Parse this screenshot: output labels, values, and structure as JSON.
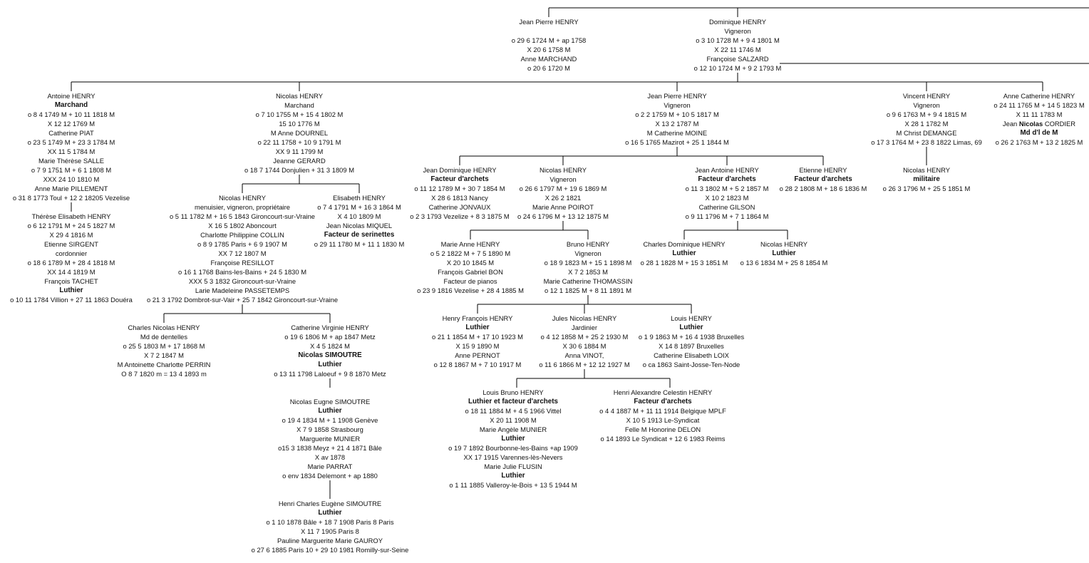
{
  "people": {
    "jean_pierre_sr": [
      "Jean Pierre HENRY",
      "",
      "o 29 6 1724 M + ap 1758",
      "X 20 6 1758 M",
      "Anne MARCHAND",
      "o 20 6 1720 M"
    ],
    "dominique": [
      "Dominique HENRY",
      "Vigneron",
      "o 3 10 1728 M + 9 4 1801 M",
      "X 22 11 1746 M",
      "Françoise SALZARD",
      "o 12 10 1724 M + 9 2 1793 M"
    ],
    "antoine": [
      "Antoine HENRY",
      "*Marchand",
      "o 8 4 1749 M + 10 11 1818 M",
      "X 12 12 1769 M",
      "Catherine PIAT",
      "o 23 5 1749 M + 23 3 1784 M",
      "XX 11 5 1784 M",
      "Marie Thérèse SALLE",
      "o 7 9 1751 M + 6 1 1808 M",
      "XXX 24 10 1810 M",
      "Anne Marie PILLEMENT",
      "o 31 8 1773 Toul + 12 2 18205 Vezelise"
    ],
    "therese": [
      "Thérèse Elisabeth HENRY",
      "o 6 12 1791 M + 24 5 1827 M",
      "X 29 4 1816 M",
      "Etienne SIRGENT",
      "cordonnier",
      "o 18 6 1789 M + 28 4 1818 M",
      "XX 14 4 1819 M",
      "François TACHET",
      "*Luthier",
      "o 10 11 1784 Villion + 27 11 1863 Douéra"
    ],
    "nicolas_m": [
      "Nicolas HENRY",
      "Marchand",
      "o 7 10 1755 M + 15 4 1802 M",
      "15 10 1776 M",
      "M Anne DOURNEL",
      "o 22 11 1758 + 10 9 1791 M",
      "XX 9 11 1799 M",
      "Jeanne GERARD",
      "o 18 7 1744 Donjulien + 31 3 1809 M"
    ],
    "nicolas_menuisier": [
      "Nicolas HENRY",
      "menuisier, vigneron, propriétaire",
      "o 5 11 1782 M + 16 5 1843 Gironcourt-sur-Vraine",
      "X 16 5 1802 Aboncourt",
      "Charlotte Philippine COLLIN",
      "o 8 9 1785 Paris + 6 9 1907 M",
      "XX 7 12 1807 M",
      "Françoise RESILLOT",
      "o 16 1 1768 Bains-les-Bains + 24 5 1830 M",
      "XXX 5 3 1832 Gironcourt-sur-Vraine",
      "Larie Madeleine PASSETEMPS",
      "o 21 3 1792 Dombrot-sur-Vair + 25 7 1842 Gironcourt-sur-Vraine"
    ],
    "elisabeth": [
      "Elisabeth HENRY",
      "o 7 4 1791 M + 16 3 1864 M",
      "X 4 10 1809 M",
      "Jean Nicolas MIQUEL",
      "*Facteur de serinettes",
      "o 29 11 1780 M + 11 1 1830 M"
    ],
    "charles_nicolas": [
      "Charles Nicolas HENRY",
      "Md de dentelles",
      "o 25 5 1803 M + 17 1868 M",
      "X 7 2 1847 M",
      "M Antoinette Charlotte PERRIN",
      "O 8 7 1820 m = 13 4 1893 m"
    ],
    "catherine_virginie": [
      "Catherine Virginie HENRY",
      "o 19 6 1806 M + ap 1847 Metz",
      "X 4 5 1824 M",
      "*Nicolas SIMOUTRE",
      "*Luthier",
      "o 13 11 1798 Laloeuf + 9 8 1870 Metz"
    ],
    "nicolas_eugne": [
      "Nicolas Eugne SIMOUTRE",
      "*Luthier",
      "o 19 4 1834 M + 1 1908 Genève",
      "X 7 9 1858 Strasbourg",
      "Marguerite MUNIER",
      "o15 3 1838 Meyz + 21 4 1871 Bâle",
      "X av 1878",
      "Marie PARRAT",
      "o env 1834 Delemont + ap 1880"
    ],
    "henri_charles": [
      "Henri Charles Eugène SIMOUTRE",
      "*Luthier",
      "o 1 10 1878 Bâle + 18 7 1908 Paris 8 Paris",
      "X 11 7 1905 Paris 8",
      "Pauline Marguerite Marie GAUROY",
      "o 27 6 1885 Paris 10 + 29 10 1981 Romilly-sur-Seine"
    ],
    "jean_pierre_jr": [
      "Jean Pierre HENRY",
      "Vigneron",
      "o 2 2 1759 M + 10 5 1817 M",
      "X 13 2 1787 M",
      "M Catherine MOINE",
      "o 16 5 1765 Mazirot + 25 1 1844 M"
    ],
    "jean_dominique": [
      "Jean Dominique HENRY",
      "*Facteur d'archets",
      "o 11 12 1789 M + 30 7 1854 M",
      "X 28 6 1813 Nancy",
      "Catherine JONVAUX",
      "o 2 3 1793 Vezelize + 8 3 1875 M"
    ],
    "nicolas_v": [
      "Nicolas HENRY",
      "Vigneron",
      "o 26 6 1797 M + 19 6 1869 M",
      "X 26 2 1821",
      "Marie Anne POIROT",
      "o 24 6 1796 M + 13 12 1875 M"
    ],
    "marie_anne": [
      "Marie Anne HENRY",
      "o 5 2 1822 M + 7 5 1890 M",
      "X 20 10 1845 M",
      "François Gabriel BON",
      "Facteur de pianos",
      "o 23 9 1816 Vezelise + 28 4 1885 M"
    ],
    "bruno": [
      "Bruno HENRY",
      "Vigneron",
      "o 18 9 1823 M + 15 1 1898 M",
      "X 7 2 1853 M",
      "Marie Catherine THOMASSIN",
      "o 12 1 1825 M + 8 11 1891 M"
    ],
    "henry_francois": [
      "Henry François HENRY",
      "*Luthier",
      "o 21 1 1854 M + 17 10 1923 M",
      "X 15 9 1890 M",
      "Anne PERNOT",
      "o 12 8 1867 M + 7 10 1917 M"
    ],
    "jules_nicolas": [
      "Jules Nicolas HENRY",
      "Jardinier",
      "o 4 12 1858 M + 25 2 1930 M",
      "X 30 6 1884 M",
      "Anna VINOT,",
      "o 11 6 1866 M + 12 12 1927 M"
    ],
    "louis": [
      "Louis HENRY",
      "*Luthier",
      "o 1 9 1863 M + 16 4 1938 Bruxelles",
      "X 14 8 1897 Bruxelles",
      "Catherine Elisabeth LOIX",
      "o ca 1863  Saint-Josse-Ten-Node"
    ],
    "louis_bruno": [
      "Louis Bruno HENRY",
      "*Luthier et facteur d'archets",
      "o 18 11 1884 M + 4 5 1966 Vittel",
      "X 20 11 1908 M",
      "Marie Angèle MUNIER",
      "*Luthier",
      "o 19 7 1892 Bourbonne-les-Bains +ap 1909",
      "XX 17 1915 Varennes-lès-Nevers",
      "Marie Julie FLUSIN",
      "*Luthier",
      "o 1 11 1885 Valleroy-le-Bois + 13 5 1944 M"
    ],
    "henri_alexandre": [
      "Henri Alexandre Celestin HENRY",
      "*Facteur d'archets",
      "o 4 4 1887 M + 11 11 1914 Belgique MPLF",
      "X 10 5 1913 Le-Syndicat",
      "Felle M Honorine DELON",
      "o 14 1893 Le Syndicat + 12 6 1983 Reims"
    ],
    "jean_antoine": [
      "Jean Antoine HENRY",
      "*Facteur d'archets",
      "o 11 3 1802 M + 5 2 1857 M",
      "X 10 2 1823 M",
      "Catherine GILSON",
      "o 9 11 1796 M + 7 1 1864 M"
    ],
    "charles_dominique": [
      "Charles Dominique HENRY",
      "*Luthier",
      "o 28 1 1828 M + 15 3 1851 M"
    ],
    "nicolas_l": [
      "Nicolas HENRY",
      "*Luthier",
      "o 13 6 1834 M + 25 8 1854 M"
    ],
    "etienne": [
      "Etienne HENRY",
      "*Facteur d'archets",
      "o 28 2 1808 M + 18 6 1836 M"
    ],
    "vincent": [
      "Vincent HENRY",
      "Vigneron",
      "o 9 6 1763 M + 9 4 1815 M",
      "X 28 1 1782 M",
      "M Christ DEMANGE",
      "o 17 3 1764 M + 23 8 1822 Limas, 69"
    ],
    "nicolas_militaire": [
      "Nicolas HENRY",
      "*militaire",
      "o 26 3 1796 M + 25 5 1851 M"
    ],
    "anne_catherine": [
      "Anne Catherine HENRY",
      "o 24 11 1765 M + 14 5 1823 M",
      "X 11 11 1783 M",
      "Jean ~Nicolas~ CORDIER",
      "*Md d'l de M",
      "o 26 2 1763 M + 13 2 1825 M"
    ]
  }
}
